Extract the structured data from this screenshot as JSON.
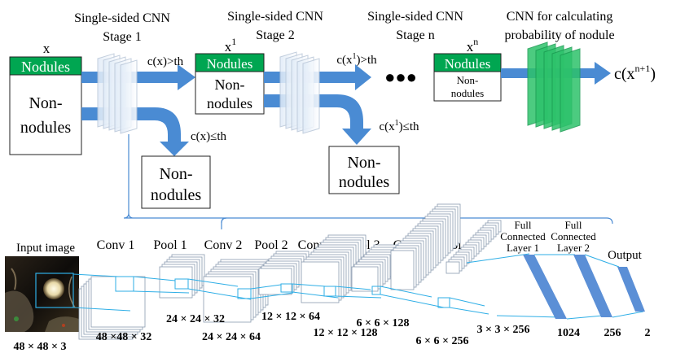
{
  "top": {
    "stage1": {
      "line1": "Single-sided CNN",
      "line2": "Stage 1"
    },
    "stage2": {
      "line1": "Single-sided CNN",
      "line2": "Stage 2"
    },
    "stagen": {
      "line1": "Single-sided CNN",
      "line2": "Stage n"
    },
    "final": {
      "line1": "CNN for calculating",
      "line2": "probability of nodule"
    },
    "input_label": "x",
    "x1_label": {
      "base": "x",
      "sup": "1"
    },
    "xn_label": {
      "base": "x",
      "sup": "n"
    },
    "nodules": "Nodules",
    "non_line1": "Non-",
    "non_line2": "nodules",
    "pass1": "c(x)>th",
    "reject1": "c(x)≤th",
    "pass2": {
      "base": "c(x",
      "sup": "1",
      "end": ")>th"
    },
    "reject2": {
      "base": "c(x",
      "sup": "1",
      "end": ")≤th"
    },
    "output": {
      "base": "c(x",
      "sup": "n+1",
      "end": ")"
    },
    "ellipsis": "●●●"
  },
  "bottom": {
    "input_image": "Input image",
    "input_size": "48 × 48 × 3",
    "layers": [
      "Conv 1",
      "Pool 1",
      "Conv 2",
      "Pool 2",
      "Conv 3",
      "Pool 3",
      "Conv 4",
      "Pool 4"
    ],
    "fc1": [
      "Full",
      "Connected",
      "Layer 1"
    ],
    "fc2": [
      "Full",
      "Connected",
      "Layer 2"
    ],
    "output": "Output",
    "dims": {
      "conv1": "48 ×48 × 32",
      "pool1": "24 × 24 × 32",
      "conv2": "24 × 24 × 64",
      "pool2": "12 × 12 × 64",
      "conv3": "12 × 12 × 128",
      "pool3": "6 × 6 × 128",
      "conv4": "6 × 6 × 256",
      "pool4": "3 × 3 × 256",
      "fc1": "1024",
      "fc2": "256",
      "out": "2"
    }
  },
  "colors": {
    "green": "#00a651",
    "arrow_blue": "#4a8bd3",
    "line_blue": "#2eaee6",
    "fc_blue": "#5b8fd6",
    "prob_green": "#2dc26b"
  }
}
